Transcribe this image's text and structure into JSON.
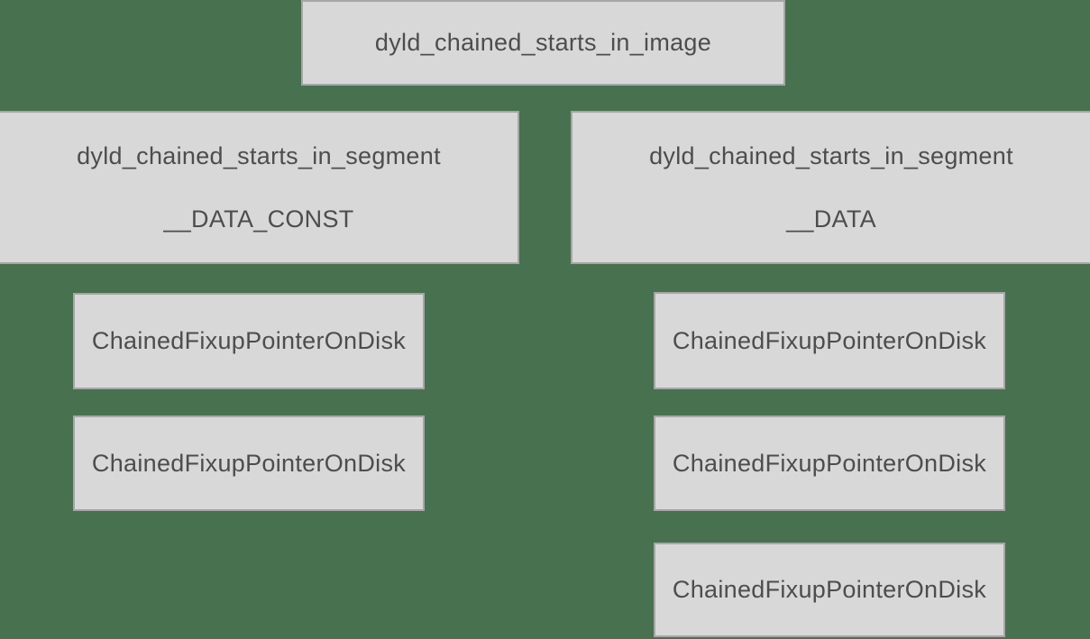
{
  "diagram": {
    "colors": {
      "background": "#48714F",
      "box_fill": "#d8d8d8",
      "box_border": "#a6a6a6",
      "text": "#4d4d4d"
    },
    "image_node": {
      "label": "dyld_chained_starts_in_image"
    },
    "segments": [
      {
        "type_label": "dyld_chained_starts_in_segment",
        "segment_name": "__DATA_CONST",
        "pointers": [
          "ChainedFixupPointerOnDisk",
          "ChainedFixupPointerOnDisk"
        ]
      },
      {
        "type_label": "dyld_chained_starts_in_segment",
        "segment_name": "__DATA",
        "pointers": [
          "ChainedFixupPointerOnDisk",
          "ChainedFixupPointerOnDisk",
          "ChainedFixupPointerOnDisk"
        ]
      }
    ]
  }
}
